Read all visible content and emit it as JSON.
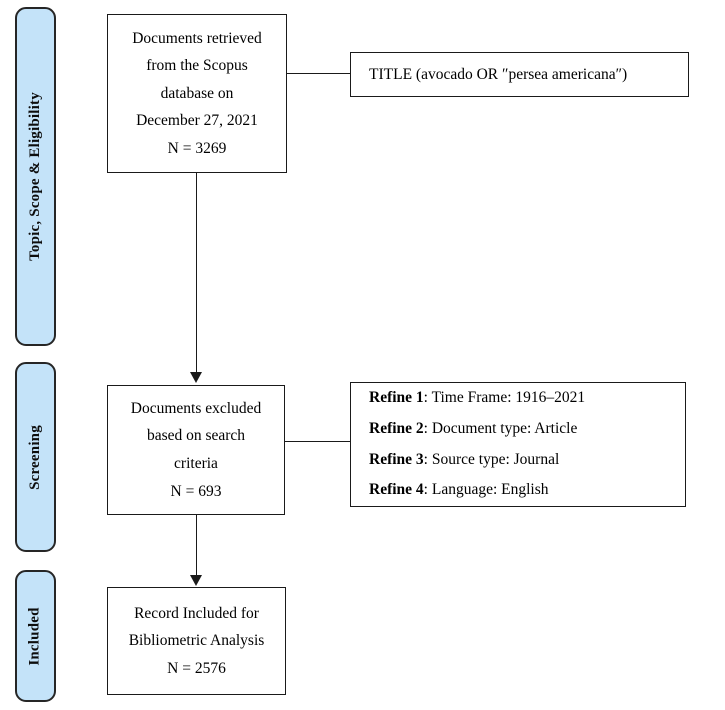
{
  "diagram": {
    "type": "prisma-flow-diagram",
    "stages": [
      {
        "label": "Topic, Scope & Eligibility"
      },
      {
        "label": "Screening"
      },
      {
        "label": "Included"
      }
    ],
    "process_boxes": [
      {
        "name": "identification-box",
        "lines": [
          "Documents retrieved",
          "from the Scopus",
          "database on",
          "December 27, 2021",
          "N = 3269"
        ]
      },
      {
        "name": "exclusion-box",
        "lines": [
          "Documents excluded",
          "based on search",
          "criteria",
          "N = 693"
        ]
      },
      {
        "name": "included-box",
        "lines": [
          "Record Included for",
          "Bibliometric Analysis",
          "N = 2576"
        ]
      }
    ],
    "annotation_boxes": [
      {
        "name": "search-query-box",
        "text": "TITLE (avocado OR ″persea americana″)"
      },
      {
        "name": "refine-criteria-box",
        "lines": [
          {
            "key": "Refine 1",
            "value": ": Time Frame: 1916–2021"
          },
          {
            "key": "Refine 2",
            "value": ": Document type: Article"
          },
          {
            "key": "Refine 3",
            "value": ": Source type: Journal"
          },
          {
            "key": "Refine 4",
            "value": ": Language: English"
          }
        ]
      }
    ],
    "colors": {
      "stage_fill": "#c4e3f9",
      "stage_border": "#262626",
      "box_border": "#1a1a1a",
      "box_fill": "#ffffff",
      "text": "#000000"
    }
  }
}
